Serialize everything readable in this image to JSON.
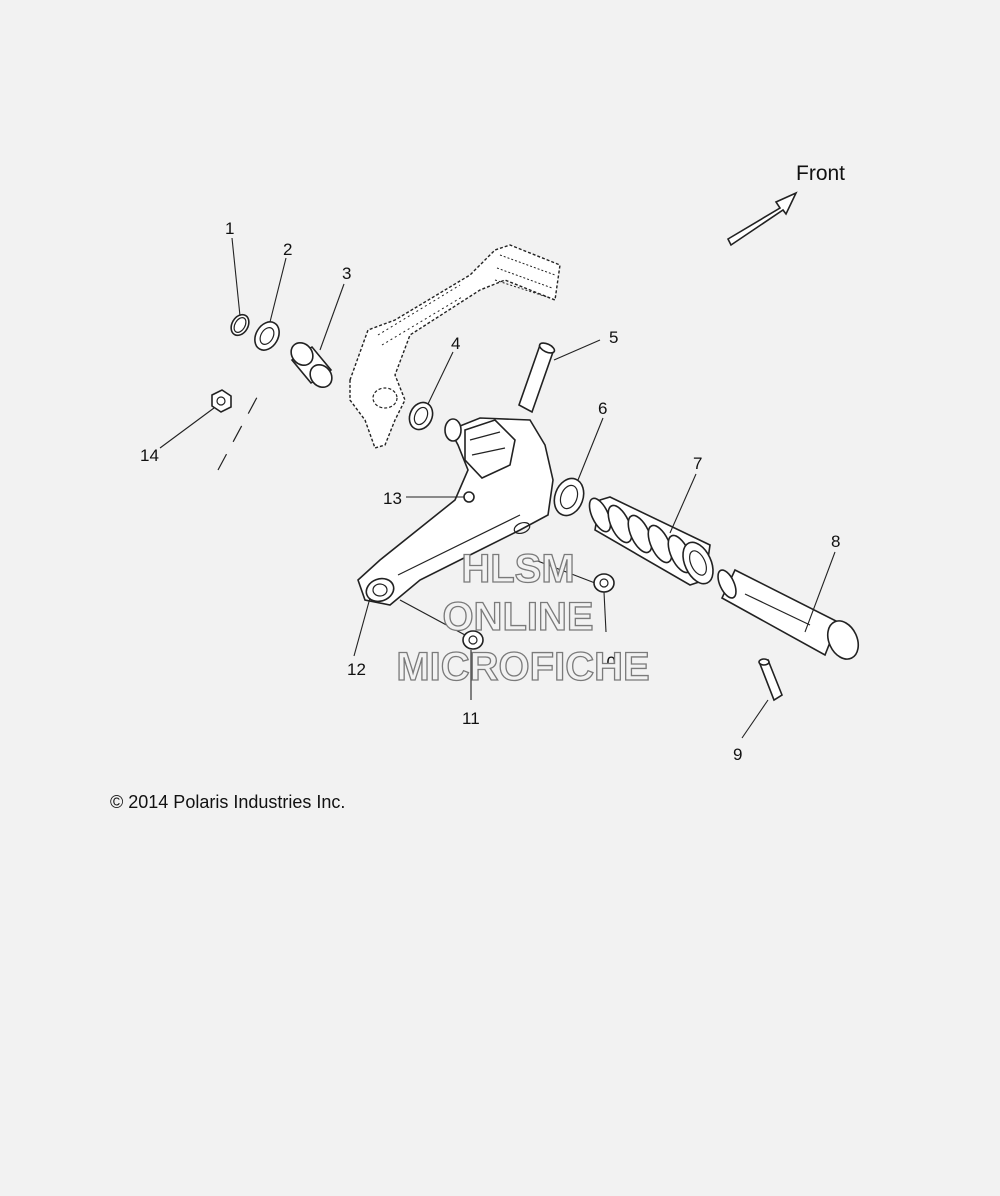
{
  "direction_label": "Front",
  "copyright": "© 2014 Polaris Industries Inc.",
  "watermark": [
    "HLSM",
    "ONLINE",
    "MICROFICHE"
  ],
  "callouts": [
    "1",
    "2",
    "3",
    "4",
    "5",
    "6",
    "7",
    "8",
    "9",
    "10",
    "11",
    "12",
    "13",
    "14"
  ],
  "colors": {
    "background": "#f2f2f2",
    "line": "#222222",
    "watermark_outline": "#7a7a7a"
  }
}
